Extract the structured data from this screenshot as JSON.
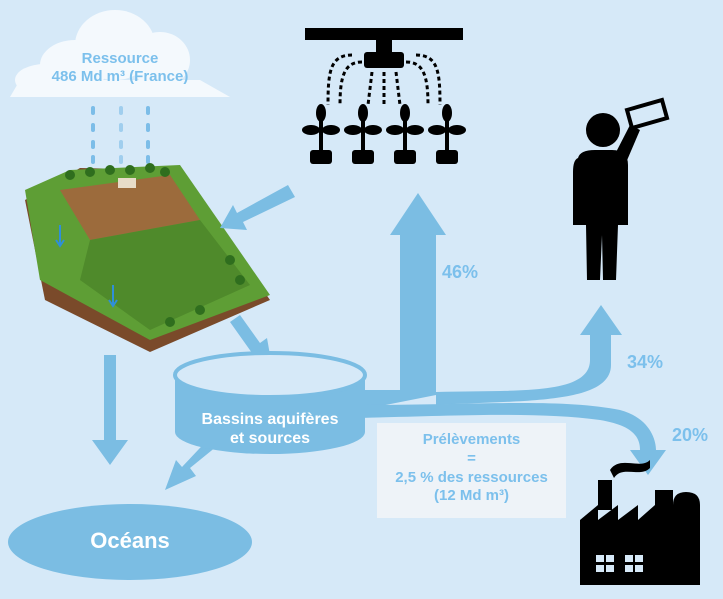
{
  "cloud": {
    "line1": "Ressource",
    "line2": "486 Md m³ (France)"
  },
  "percentages": {
    "agriculture": "46%",
    "drinking": "34%",
    "industry": "20%"
  },
  "basin": {
    "line1": "Bassins aquifères",
    "line2": "et sources"
  },
  "withdrawals": {
    "title": "Prélèvements",
    "equals": "=",
    "line1": "2,5 % des ressources",
    "line2": "(12 Md m³)"
  },
  "ocean": {
    "label": "Océans"
  },
  "colors": {
    "background": "#d6e9f8",
    "flow": "#7bbde3",
    "text": "#7cc0ec",
    "icon": "#000000"
  }
}
